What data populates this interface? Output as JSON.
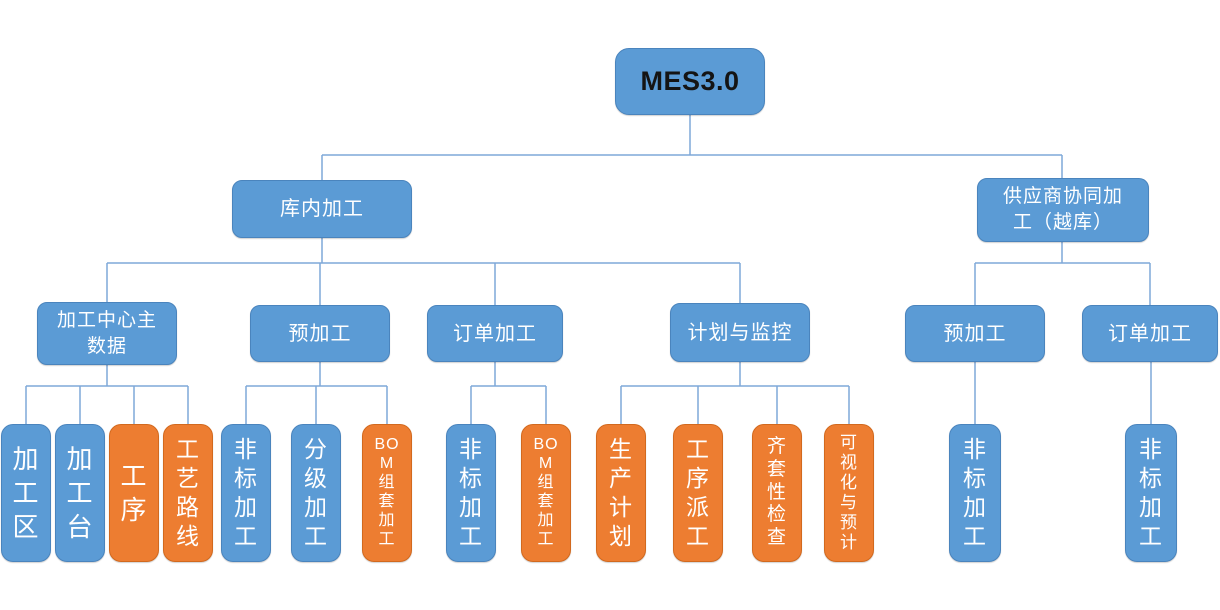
{
  "colors": {
    "node_blue": "#5B9BD5",
    "node_orange": "#ED7D31",
    "connector": "#7FA8D9",
    "root_text": "#141414",
    "node_text": "#FFFFFF",
    "background": "#FFFFFF"
  },
  "nodes": {
    "root": {
      "label": "MES3.0"
    },
    "l2_inhouse": {
      "label": "库内加工"
    },
    "l2_supplier": {
      "label": "供应商协同加工（越库）",
      "lines": "供应商协同加\n工（越库）"
    },
    "l3_master": {
      "label": "加工中心主数据",
      "lines": "加工中心主\n数据"
    },
    "l3_pre1": {
      "label": "预加工"
    },
    "l3_order1": {
      "label": "订单加工"
    },
    "l3_plan": {
      "label": "计划与监控"
    },
    "l3_pre2": {
      "label": "预加工"
    },
    "l3_order2": {
      "label": "订单加工"
    },
    "leaf_area": {
      "label": "加工区",
      "lines": "加\n工\n区",
      "color": "blue"
    },
    "leaf_station": {
      "label": "加工台",
      "lines": "加\n工\n台",
      "color": "blue"
    },
    "leaf_process": {
      "label": "工序",
      "lines": "工\n序",
      "color": "orange"
    },
    "leaf_route": {
      "label": "工艺路线",
      "lines": "工\n艺\n路\n线",
      "color": "orange"
    },
    "leaf_nonstd1": {
      "label": "非标加工",
      "lines": "非\n标\n加\n工",
      "color": "blue"
    },
    "leaf_graded": {
      "label": "分级加工",
      "lines": "分\n级\n加\n工",
      "color": "blue"
    },
    "leaf_bom1": {
      "label": "BOM组套加工",
      "lines": "BO\nM\n组\n套\n加\n工",
      "color": "orange"
    },
    "leaf_nonstd2": {
      "label": "非标加工",
      "lines": "非\n标\n加\n工",
      "color": "blue"
    },
    "leaf_bom2": {
      "label": "BOM组套加工",
      "lines": "BO\nM\n组\n套\n加\n工",
      "color": "orange"
    },
    "leaf_prodplan": {
      "label": "生产计划",
      "lines": "生\n产\n计\n划",
      "color": "orange"
    },
    "leaf_dispatch": {
      "label": "工序派工",
      "lines": "工\n序\n派\n工",
      "color": "orange"
    },
    "leaf_kitcheck": {
      "label": "齐套性检查",
      "lines": "齐\n套\n性\n检\n查",
      "color": "orange"
    },
    "leaf_visual": {
      "label": "可视化与预计",
      "lines": "可\n视\n化\n与\n预\n计",
      "color": "orange"
    },
    "leaf_nonstd3": {
      "label": "非标加工",
      "lines": "非\n标\n加\n工",
      "color": "blue"
    },
    "leaf_nonstd4": {
      "label": "非标加工",
      "lines": "非\n标\n加\n工",
      "color": "blue"
    }
  },
  "hierarchy": {
    "MES3.0": {
      "库内加工": {
        "加工中心主数据": [
          "加工区",
          "加工台",
          "工序",
          "工艺路线"
        ],
        "预加工": [
          "非标加工",
          "分级加工",
          "BOM组套加工"
        ],
        "订单加工": [
          "非标加工",
          "BOM组套加工"
        ],
        "计划与监控": [
          "生产计划",
          "工序派工",
          "齐套性检查",
          "可视化与预计"
        ]
      },
      "供应商协同加工（越库）": {
        "预加工": [
          "非标加工"
        ],
        "订单加工": [
          "非标加工"
        ]
      }
    }
  }
}
